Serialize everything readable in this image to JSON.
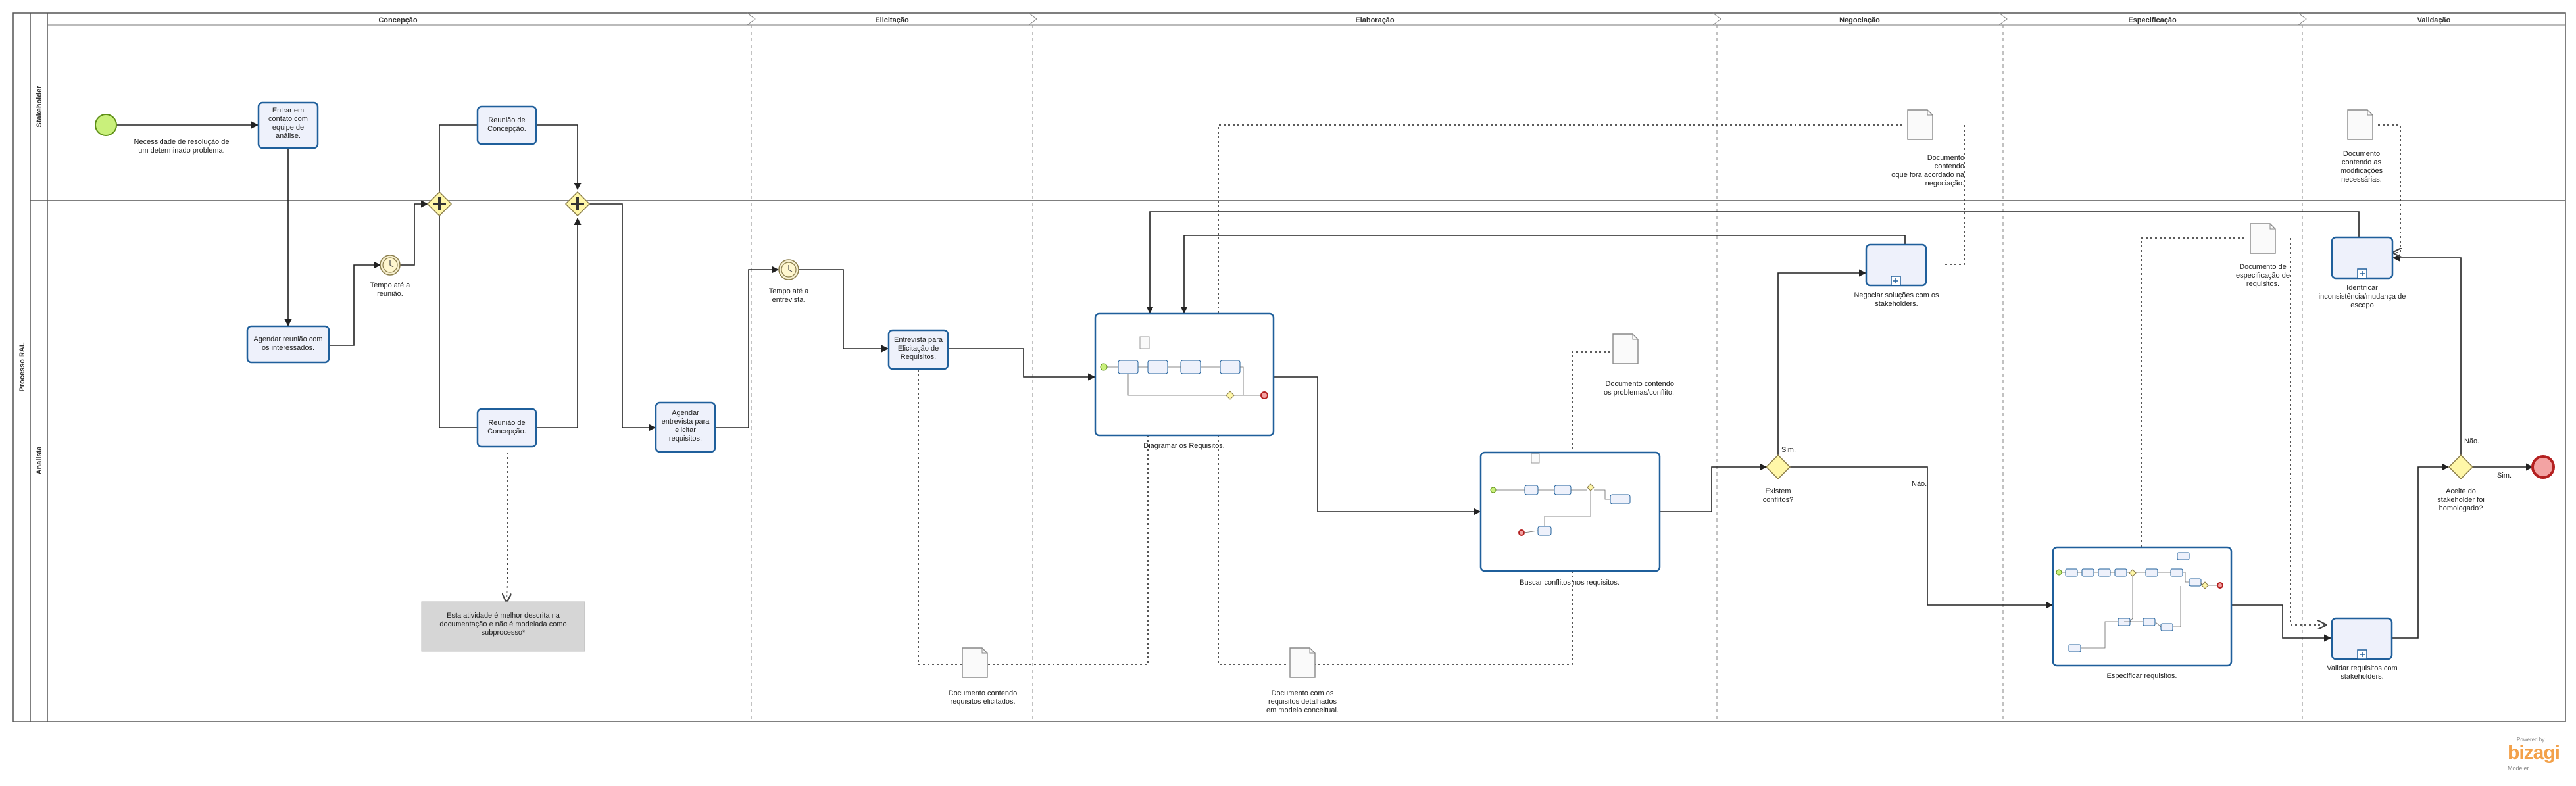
{
  "pool": {
    "title": "Processo RAL"
  },
  "lanes": [
    {
      "id": "stakeholder",
      "label": "Stakeholder"
    },
    {
      "id": "analista",
      "label": "Analista"
    }
  ],
  "phases": [
    "Concepção",
    "Elicitação",
    "Elaboração",
    "Negociação",
    "Especificação",
    "Validação"
  ],
  "events": {
    "start_label": "Necessidade de resolução de um determinado problema.",
    "timer1_label": "Tempo até a reunião.",
    "timer2_label": "Tempo até a entrevista."
  },
  "tasks": {
    "entrar_contato": [
      "Entrar em",
      "contato com",
      "equipe de",
      "análise."
    ],
    "agendar_reuniao": [
      "Agendar reunião com",
      "os interessados."
    ],
    "reuniao_concepcao_top": [
      "Reunião de",
      "Concepção."
    ],
    "reuniao_concepcao_bottom": [
      "Reunião de",
      "Concepção."
    ],
    "agendar_entrevista": [
      "Agendar",
      "entrevista para",
      "elicitar",
      "requisitos."
    ],
    "entrevista_elicitacao": [
      "Entrevista para",
      "Elicitação de",
      "Requisitos."
    ],
    "negociar": [
      "Negociar soluções com os",
      "stakeholders."
    ],
    "identificar": [
      "Identificar",
      "inconsistência/mudança de",
      "escopo"
    ],
    "validar": [
      "Validar requisitos com",
      "stakeholders."
    ]
  },
  "subprocesses": {
    "diagramar": "Diagramar os Requisitos.",
    "buscar": "Buscar conflitos nos requisitos.",
    "especificar": "Especificar requisitos."
  },
  "gateways": {
    "existem_conflitos": [
      "Existem",
      "conflitos?"
    ],
    "aceite_stakeholder": [
      "Aceite do",
      "stakeholder foi",
      "homologado?"
    ],
    "sim": "Sim.",
    "nao": "Não."
  },
  "documents": {
    "doc_negociacao": [
      "Documento",
      "contendo",
      "oque fora acordado na",
      "negociação."
    ],
    "doc_modificacoes": [
      "Documento",
      "contendo as",
      "modificações",
      "necessárias."
    ],
    "doc_especificacao": [
      "Documento de",
      "especificação de",
      "requisitos."
    ],
    "doc_conflitos": [
      "Documento contendo",
      "os problemas/conflito."
    ],
    "doc_elicitados": [
      "Documento contendo",
      "requisitos elicitados."
    ],
    "doc_detalhados": [
      "Documento com os",
      "requisitos detalhados",
      "em modelo conceitual."
    ]
  },
  "annotation": [
    "Esta atividade é melhor descrita na",
    "documentação e não é modelada como",
    "subprocesso*"
  ],
  "branding": {
    "powered_by": "Powered by",
    "logo": "bizagi",
    "product": "Modeler"
  },
  "colors": {
    "task_border": "#1f5f9b",
    "task_fill": "#eef1fb",
    "start": "#c9f07b",
    "end": "#f3a3a3",
    "gateway": "#fff7a8",
    "accent": "#f3a14a"
  }
}
